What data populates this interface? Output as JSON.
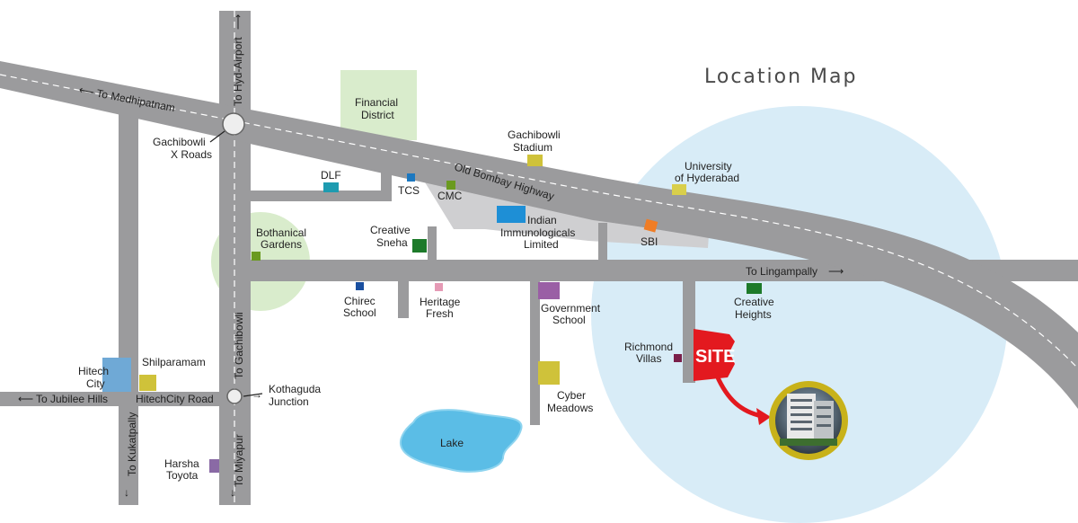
{
  "title": "Location Map",
  "roads": {
    "highway": "Old Bombay Highway",
    "to_medhipatnam": "To Medhipatnam",
    "to_hyd_airport": "To Hyd-Airport",
    "to_lingampally": "To Lingampally",
    "to_gachibowli": "To Gachibowli",
    "to_miyapur": "To Miyapur",
    "to_kukatpally": "To Kukatpally",
    "to_jubilee_hills": "To Jubilee Hills",
    "hitechcity_road": "HitechCity Road"
  },
  "junctions": {
    "gachibowli_1": "Gachibowli",
    "gachibowli_2": "X Roads",
    "kothaguda_1": "Kothaguda",
    "kothaguda_2": "Junction"
  },
  "places": {
    "financial_district_1": "Financial",
    "financial_district_2": "District",
    "dlf": "DLF",
    "tcs": "TCS",
    "cmc": "CMC",
    "stadium_1": "Gachibowli",
    "stadium_2": "Stadium",
    "uoh_1": "University",
    "uoh_2": "of Hyderabad",
    "indian_1": "Indian",
    "indian_2": "Immunologicals",
    "indian_3": "Limited",
    "sbi": "SBI",
    "botanical_1": "Bothanical",
    "botanical_2": "Gardens",
    "sneha_1": "Creative",
    "sneha_2": "Sneha",
    "chirec_1": "Chirec",
    "chirec_2": "School",
    "heritage_1": "Heritage",
    "heritage_2": "Fresh",
    "govt_1": "Government",
    "govt_2": "School",
    "creative_heights_1": "Creative",
    "creative_heights_2": "Heights",
    "richmond_1": "Richmond",
    "richmond_2": "Villas",
    "hitech_1": "Hitech",
    "hitech_2": "City",
    "shilparamam": "Shilparamam",
    "cyber_1": "Cyber",
    "cyber_2": "Meadows",
    "lake": "Lake",
    "harsha_1": "Harsha",
    "harsha_2": "Toyota"
  },
  "site_label": "SITE",
  "colors": {
    "road": "#9b9b9d",
    "site_zone": "#d8ecf7",
    "green_zone": "#d9eccc",
    "lake": "#5bbde6",
    "site_red": "#e3191f",
    "building_ring": "#c8b21a"
  },
  "icons": [
    "arrow-left-icon",
    "arrow-right-icon",
    "arrow-up-icon",
    "arrow-down-icon",
    "site-pointer-arrow-icon",
    "building-photo-icon"
  ]
}
